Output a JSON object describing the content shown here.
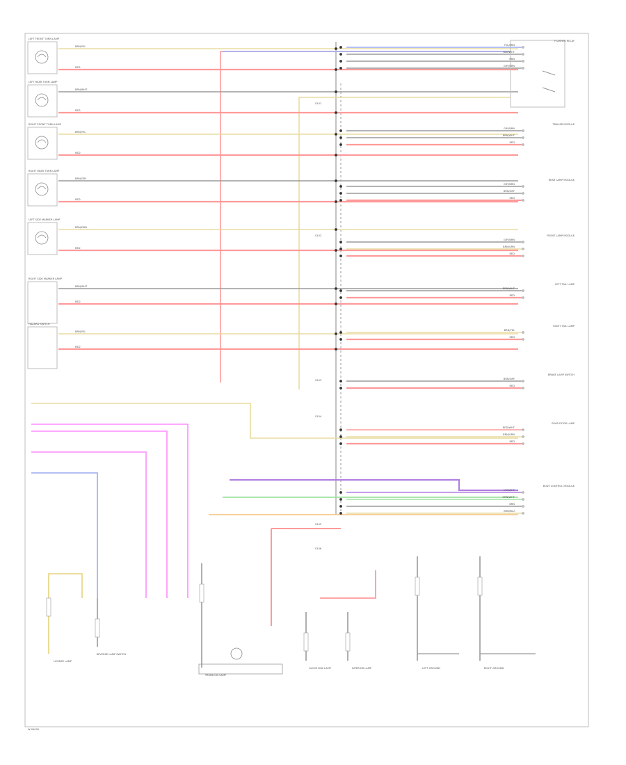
{
  "diagram": {
    "footer_id": "W-00000",
    "colors": {
      "red": "#ff9a9a",
      "red_dark": "#ff6b6b",
      "gray": "#9a9a9a",
      "tan": "#e8dca0",
      "yellow": "#e6d27a",
      "blue": "#9aaaf0",
      "violet": "#b07fe0",
      "pink": "#ff8cff",
      "green": "#9fe2a0",
      "orange": "#f5c07a",
      "dark": "#6a6a6a",
      "frame": "#bdbdbd"
    },
    "left_components": [
      {
        "name": "LEFT FRONT TURN LAMP",
        "wires": [
          "BRN/YEL",
          "RED"
        ]
      },
      {
        "name": "LEFT REAR TURN LAMP",
        "wires": [
          "BRN/WHT",
          "RED"
        ]
      },
      {
        "name": "RIGHT FRONT TURN LAMP",
        "wires": [
          "BRN/YEL",
          "RED"
        ]
      },
      {
        "name": "RIGHT REAR TURN LAMP",
        "wires": [
          "BRN/GRY",
          "RED"
        ]
      },
      {
        "name": "LEFT SIDE MARKER LAMP",
        "wires": [
          "BRN/GRN",
          "RED"
        ]
      },
      {
        "name": "RIGHT SIDE MARKER LAMP",
        "wires": [
          "BRN/WHT",
          "RED"
        ]
      },
      {
        "name": "HAZARD SWITCH",
        "wires": [
          "BRN/YEL",
          "RED"
        ]
      }
    ],
    "right_components": [
      {
        "name": "FLASHER RELAY",
        "wires": [
          "YEL/BRN",
          "BLK/WHT",
          "BRN",
          "GRY/BRN"
        ]
      },
      {
        "name": "TRAILER MODULE",
        "wires": [
          "GRY/BRN",
          "BRN/WHT",
          "RED"
        ]
      },
      {
        "name": "REAR LAMP MODULE",
        "wires": [
          "GRY/BRN",
          "BRN/GRY",
          "RED"
        ]
      },
      {
        "name": "FRONT LAMP MODULE",
        "wires": [
          "GRY/BRN",
          "BRN/GRN",
          "RED"
        ]
      },
      {
        "name": "LEFT TAIL LAMP",
        "wires": [
          "BRN/WHT",
          "RED"
        ]
      },
      {
        "name": "RIGHT TAIL LAMP",
        "wires": [
          "BRN/YEL",
          "RED"
        ]
      },
      {
        "name": "BRAKE LAMP SWITCH",
        "wires": [
          "BRN/GRY",
          "RED"
        ]
      },
      {
        "name": "REAR DOOR LAMP",
        "wires": [
          "RED/WHT",
          "BRN/GRN",
          "RED"
        ]
      },
      {
        "name": "BODY CONTROL MODULE",
        "wires": [
          "VIO/WHT",
          "GRN/WHT",
          "BRN",
          "BRN/BLU"
        ]
      }
    ],
    "bottom_components": [
      {
        "name": "LICENSE LAMP"
      },
      {
        "name": "REVERSE LAMP SWITCH"
      },
      {
        "name": "TRUNK LID LAMP"
      },
      {
        "name": "GLOVE BOX LAMP"
      },
      {
        "name": "INTERIOR LAMP"
      },
      {
        "name": "LEFT GROUND"
      },
      {
        "name": "RIGHT GROUND"
      }
    ],
    "splices": [
      "S101",
      "S102",
      "S103",
      "S104",
      "S105",
      "S106"
    ]
  }
}
